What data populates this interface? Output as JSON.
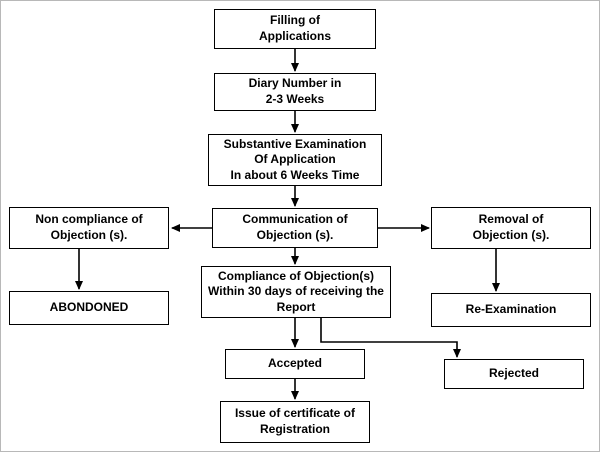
{
  "diagram": {
    "type": "flowchart",
    "colors": {
      "box_border": "#000000",
      "box_fill": "#ffffff",
      "text": "#000000",
      "connector": "#000000"
    },
    "nodes": {
      "filling": {
        "label": "Filling of\nApplications"
      },
      "diary": {
        "label": "Diary Number in\n2-3 Weeks"
      },
      "examination": {
        "label": "Substantive Examination\nOf Application\nIn about 6 Weeks Time"
      },
      "communication": {
        "label": "Communication of\nObjection (s)."
      },
      "non_compliance": {
        "label": "Non compliance of\nObjection (s)."
      },
      "removal": {
        "label": "Removal of\nObjection (s)."
      },
      "abandoned": {
        "label": "ABONDONED"
      },
      "compliance": {
        "label": "Compliance of Objection(s)\nWithin 30 days of receiving the\nReport"
      },
      "re_examination": {
        "label": "Re-Examination"
      },
      "accepted": {
        "label": "Accepted"
      },
      "rejected": {
        "label": "Rejected"
      },
      "issue": {
        "label": "Issue of certificate of\nRegistration"
      }
    },
    "edges": [
      "filling -> diary",
      "diary -> examination",
      "examination -> communication",
      "communication -> non_compliance",
      "communication -> removal",
      "communication -> compliance",
      "non_compliance -> abandoned",
      "removal -> re_examination",
      "compliance -> accepted",
      "compliance -> rejected",
      "accepted -> issue"
    ]
  }
}
